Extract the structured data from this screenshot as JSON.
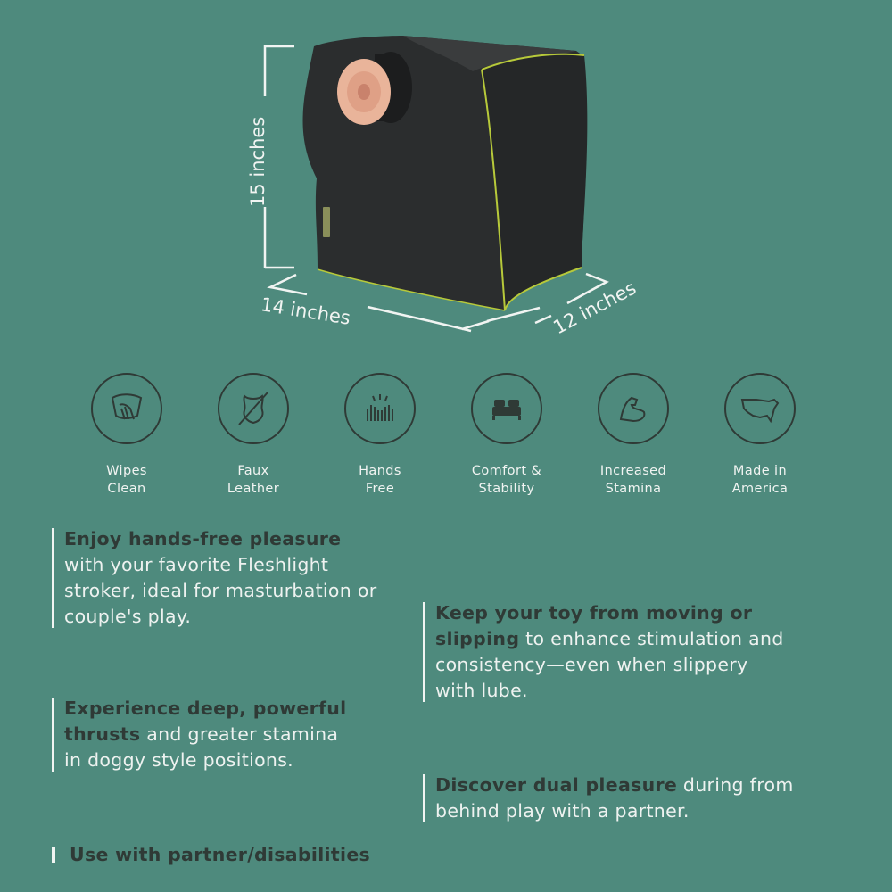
{
  "dimensions": {
    "height": "15 inches",
    "width": "14 inches",
    "depth": "12 inches"
  },
  "features": [
    {
      "icon": "wipe-cloth-icon",
      "line1": "Wipes",
      "line2": "Clean"
    },
    {
      "icon": "faux-leather-icon",
      "line1": "Faux",
      "line2": "Leather"
    },
    {
      "icon": "hands-free-icon",
      "line1": "Hands",
      "line2": "Free"
    },
    {
      "icon": "bed-icon",
      "line1": "Comfort &",
      "line2": "Stability"
    },
    {
      "icon": "muscle-arm-icon",
      "line1": "Increased",
      "line2": "Stamina"
    },
    {
      "icon": "usa-map-icon",
      "line1": "Made in",
      "line2": "America"
    }
  ],
  "blocks": {
    "b1": {
      "bold": "Enjoy hands-free pleasure",
      "rest": "with your favorite Fleshlight stroker, ideal for masturbation or couple's play."
    },
    "b2": {
      "bold1": "Keep your toy from moving or",
      "bold2": "slipping",
      "rest1": " to enhance stimulation and",
      "rest2": "consistency—even when slippery",
      "rest3": " with lube."
    },
    "b3": {
      "bold1": "Experience deep, powerful",
      "bold2": "thrusts",
      "rest1": " and greater stamina",
      "rest2": "in doggy style positions."
    },
    "b4": {
      "bold": "Discover dual pleasure",
      "rest1": " during from",
      "rest2": "behind play with a partner."
    },
    "b5": {
      "bold": "Use with partner/disabilities"
    }
  },
  "colors": {
    "background": "#4e8a7d",
    "product": "#2b2d2e",
    "piping": "#b7c93a",
    "sleeve": "#e9b49a",
    "ink": "#2f3a36",
    "light": "#f1f4f2"
  }
}
